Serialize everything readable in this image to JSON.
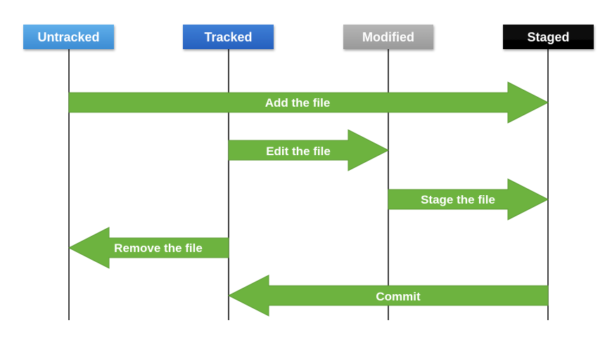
{
  "states": [
    {
      "key": "untracked",
      "label": "Untracked",
      "color": "#4A9BDD"
    },
    {
      "key": "tracked",
      "label": "Tracked",
      "color": "#2F6FCB"
    },
    {
      "key": "modified",
      "label": "Modified",
      "color": "#A6A6A6"
    },
    {
      "key": "staged",
      "label": "Staged",
      "color": "#000000"
    }
  ],
  "transitions": [
    {
      "label": "Add the file",
      "from": "untracked",
      "to": "staged"
    },
    {
      "label": "Edit the file",
      "from": "tracked",
      "to": "modified"
    },
    {
      "label": "Stage the file",
      "from": "modified",
      "to": "staged"
    },
    {
      "label": "Remove the file",
      "from": "tracked",
      "to": "untracked"
    },
    {
      "label": "Commit",
      "from": "staged",
      "to": "tracked"
    }
  ],
  "colors": {
    "arrow_fill": "#6DB33F",
    "arrow_stroke": "#5A9A32",
    "lifeline": "#000000"
  }
}
